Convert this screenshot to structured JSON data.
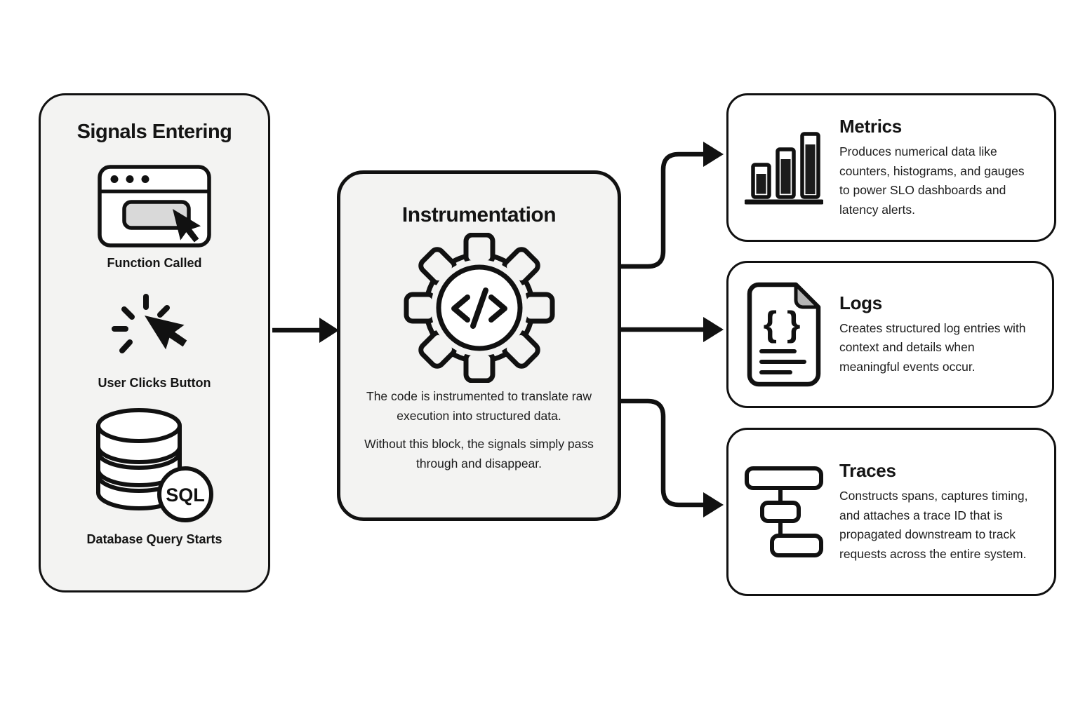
{
  "signals_panel": {
    "title": "Signals Entering",
    "items": [
      {
        "icon": "browser-window-icon",
        "label": "Function Called"
      },
      {
        "icon": "click-cursor-icon",
        "label": "User Clicks Button"
      },
      {
        "icon": "database-sql-icon",
        "label": "Database Query Starts",
        "badge": "SQL"
      }
    ]
  },
  "instrumentation_panel": {
    "title": "Instrumentation",
    "icon": "gear-code-icon",
    "paragraphs": [
      "The code is instrumented to translate raw execution into structured data.",
      "Without this block, the signals simply pass through and disappear."
    ]
  },
  "outputs": [
    {
      "icon": "bar-chart-icon",
      "title": "Metrics",
      "description": "Produces numerical data like counters, histograms, and gauges to power SLO dashboards and latency alerts."
    },
    {
      "icon": "log-document-icon",
      "title": "Logs",
      "description": "Creates structured log entries with context and details when meaningful events occur."
    },
    {
      "icon": "trace-spans-icon",
      "title": "Traces",
      "description": "Constructs spans, captures timing, and attaches a trace ID that is propagated downstream to track requests across the entire system."
    }
  ],
  "colors": {
    "ink": "#111111",
    "panel_fill": "#f3f3f2",
    "white": "#ffffff",
    "button_gray": "#d9d9d9",
    "fold_gray": "#b5b5b5"
  }
}
